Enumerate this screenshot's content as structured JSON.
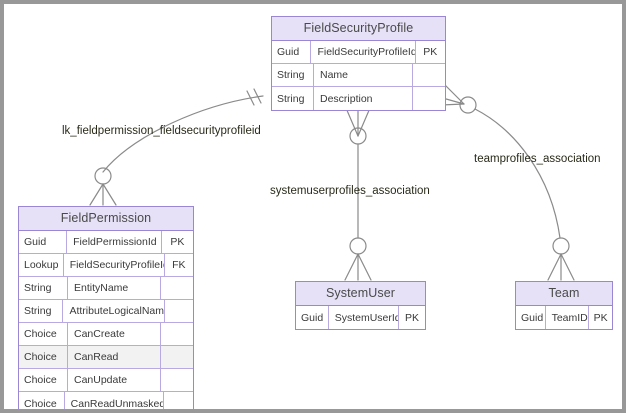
{
  "diagram": {
    "type": "er-diagram",
    "canvas_background": "#ffffff",
    "frame_color": "#989898",
    "entity_border_color": "#9a86d4",
    "entity_header_color": "#e6e1f7",
    "connector_color": "#8a8a8a",
    "entities": [
      {
        "id": "fsp",
        "name": "FieldSecurityProfile",
        "attributes": [
          {
            "type": "Guid",
            "name": "FieldSecurityProfileId",
            "key": "PK"
          },
          {
            "type": "String",
            "name": "Name",
            "key": ""
          },
          {
            "type": "String",
            "name": "Description",
            "key": ""
          }
        ]
      },
      {
        "id": "fp",
        "name": "FieldPermission",
        "attributes": [
          {
            "type": "Guid",
            "name": "FieldPermissionId",
            "key": "PK"
          },
          {
            "type": "Lookup",
            "name": "FieldSecurityProfileId",
            "key": "FK"
          },
          {
            "type": "String",
            "name": "EntityName",
            "key": ""
          },
          {
            "type": "String",
            "name": "AttributeLogicalName",
            "key": ""
          },
          {
            "type": "Choice",
            "name": "CanCreate",
            "key": ""
          },
          {
            "type": "Choice",
            "name": "CanRead",
            "key": "",
            "shaded": true
          },
          {
            "type": "Choice",
            "name": "CanUpdate",
            "key": ""
          },
          {
            "type": "Choice",
            "name": "CanReadUnmasked",
            "key": ""
          }
        ]
      },
      {
        "id": "su",
        "name": "SystemUser",
        "attributes": [
          {
            "type": "Guid",
            "name": "SystemUserId",
            "key": "PK"
          }
        ]
      },
      {
        "id": "team",
        "name": "Team",
        "attributes": [
          {
            "type": "Guid",
            "name": "TeamID",
            "key": "PK"
          }
        ]
      }
    ],
    "relationships": [
      {
        "id": "rel-fieldpermission",
        "label": "lk_fieldpermission_fieldsecurityprofileid",
        "from": "FieldSecurityProfile",
        "to": "FieldPermission",
        "from_cardinality": "one",
        "to_cardinality": "zero-or-many"
      },
      {
        "id": "rel-systemuser",
        "label": "systemuserprofiles_association",
        "from": "FieldSecurityProfile",
        "to": "SystemUser",
        "from_cardinality": "zero-or-many",
        "to_cardinality": "zero-or-many"
      },
      {
        "id": "rel-team",
        "label": "teamprofiles_association",
        "from": "FieldSecurityProfile",
        "to": "Team",
        "from_cardinality": "zero-or-many",
        "to_cardinality": "zero-or-many"
      }
    ]
  }
}
